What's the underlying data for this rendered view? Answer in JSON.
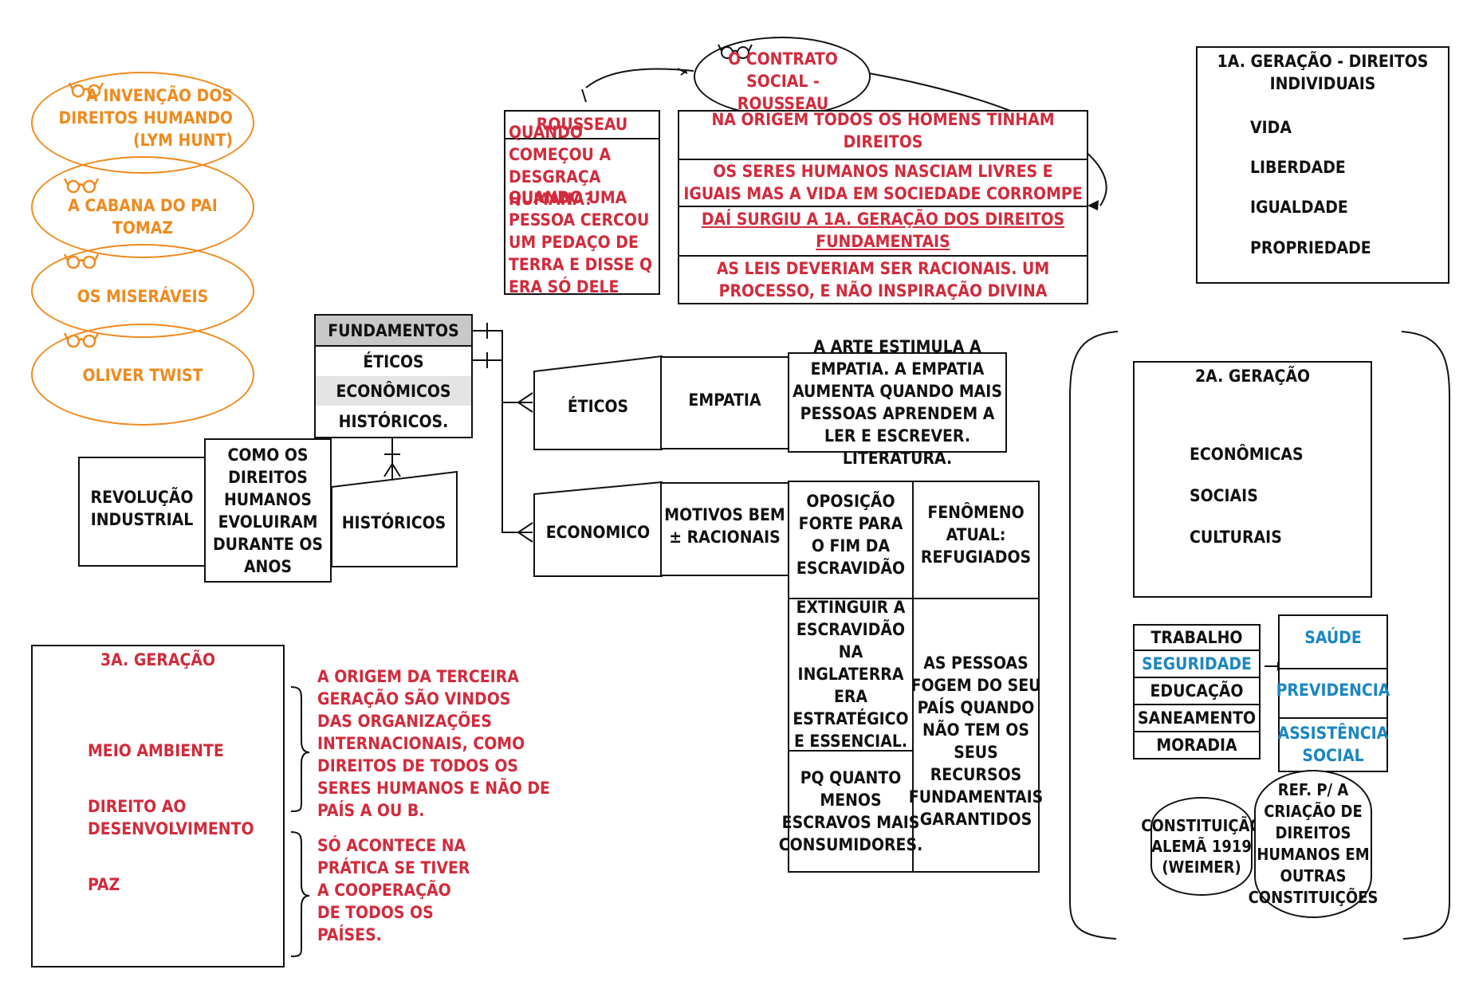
{
  "books": [
    {
      "label": "A invenção dos direitos humando (Lym Hunt)",
      "icon": "glasses-icon"
    },
    {
      "label": "A cabana do pai Tomaz",
      "icon": "glasses-icon"
    },
    {
      "label": "Os miseráveis",
      "icon": "glasses-icon"
    },
    {
      "label": "Oliver Twist",
      "icon": "glasses-icon"
    }
  ],
  "contrato_social": {
    "label": "O contrato social - Rousseau",
    "icon": "glasses-icon"
  },
  "rousseau": {
    "title": "Rousseau",
    "q1": "Quando começou a desgraça humana?",
    "q2": "Quando uma pessoa cercou um pedaço de terra e disse q era só dele"
  },
  "origem": {
    "rows": [
      "Na origem todos os homens tinham direitos",
      "Os seres humanos nasciam livres e iguais mas a vida em sociedade corrompe",
      "Daí surgiu a 1a. geração dos direitos fundamentais",
      "As leis deveriam ser racionais. Um processo, e não inspiração divina"
    ]
  },
  "primeira_geracao": {
    "title": "1a. Geração - Direitos individuais",
    "items": [
      "Vida",
      "Liberdade",
      "Igualdade",
      "Propriedade"
    ]
  },
  "fundamentos": {
    "header": "Fundamentos",
    "rows": [
      "Éticos",
      "Econômicos",
      "Históricos."
    ]
  },
  "eticos": {
    "label": "Éticos",
    "sub": "Empatia",
    "desc": "A arte estimula a empatia. A empatia aumenta quando mais pessoas aprendem a ler e escrever. Literatura."
  },
  "economico": {
    "label": "Economico",
    "sub": "Motivos bem ± racionais",
    "c1": "Oposição forte para o fim da escravidão",
    "c2": "Extinguir a escravidão na Inglaterra era estratégico e essencial.",
    "c3": "PQ quanto menos escravos mais consumidores.",
    "d1": "Fenômeno atual: refugiados",
    "d2": "As pessoas fogem do seu país quando não tem os seus recursos fundamentais garantidos"
  },
  "historicos": {
    "label": "Históricos",
    "como": "Como os direitos humanos evoluiram durante os anos",
    "revolucao": "Revolução industrial"
  },
  "terceira_geracao": {
    "title": "3a. Geração",
    "items": [
      "Meio ambiente",
      "Direito ao desenvolvimento",
      "Paz"
    ],
    "note1": "A origem da terceira geração são vindos das organizações internacionais, como direitos de todos os seres humanos e não de país A ou B.",
    "note2": "Só acontece na prática se tiver a cooperação de todos os países."
  },
  "segunda_geracao": {
    "title": "2a. Geração",
    "items": [
      "Econômicas",
      "Sociais",
      "Culturais"
    ],
    "list": [
      "Trabalho",
      "Seguridade",
      "Educação",
      "Saneamento",
      "Moradia"
    ],
    "seguridade": [
      "Saúde",
      "Previdencia",
      "Assistência social"
    ],
    "constituicao": "Constituição Alemã 1919 (Weimer)",
    "ref": "Ref. p/ a criação de direitos humanos em outras constituições"
  },
  "colors": {
    "red": "#d12b3c",
    "orange": "#ef8a1e",
    "blue": "#1b86c2",
    "black": "#111111",
    "gray": "#d0d0d0"
  }
}
